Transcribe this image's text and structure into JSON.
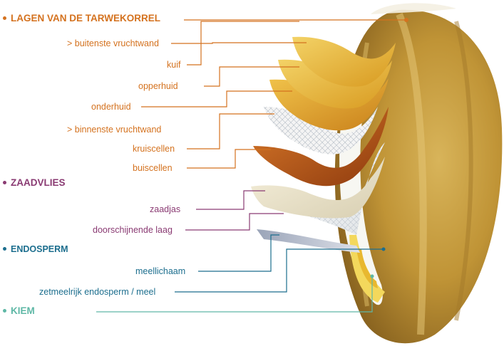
{
  "sections": {
    "layers": "LAGEN VAN DE TARWEKORREL",
    "seedcoat": "ZAADVLIES",
    "endosperm": "ENDOSPERM",
    "germ": "KIEM"
  },
  "labels": {
    "outer_wall": "> buitenste vruchtwand",
    "tuft": "kuif",
    "epidermis": "opperhuid",
    "hypodermis": "onderhuid",
    "inner_wall": "> binnenste vruchtwand",
    "cross_cells": "kruiscellen",
    "tube_cells": "buiscellen",
    "seed_coat": "zaadjas",
    "hyaline_layer": "doorschijnende laag",
    "aleurone": "meellichaam",
    "starchy_endosperm": "zetmeelrijk endosperm / meel"
  },
  "colors": {
    "orange": "#d4721f",
    "purple": "#8a3b73",
    "blue": "#1c6e8e",
    "teal": "#5fb8a6"
  }
}
